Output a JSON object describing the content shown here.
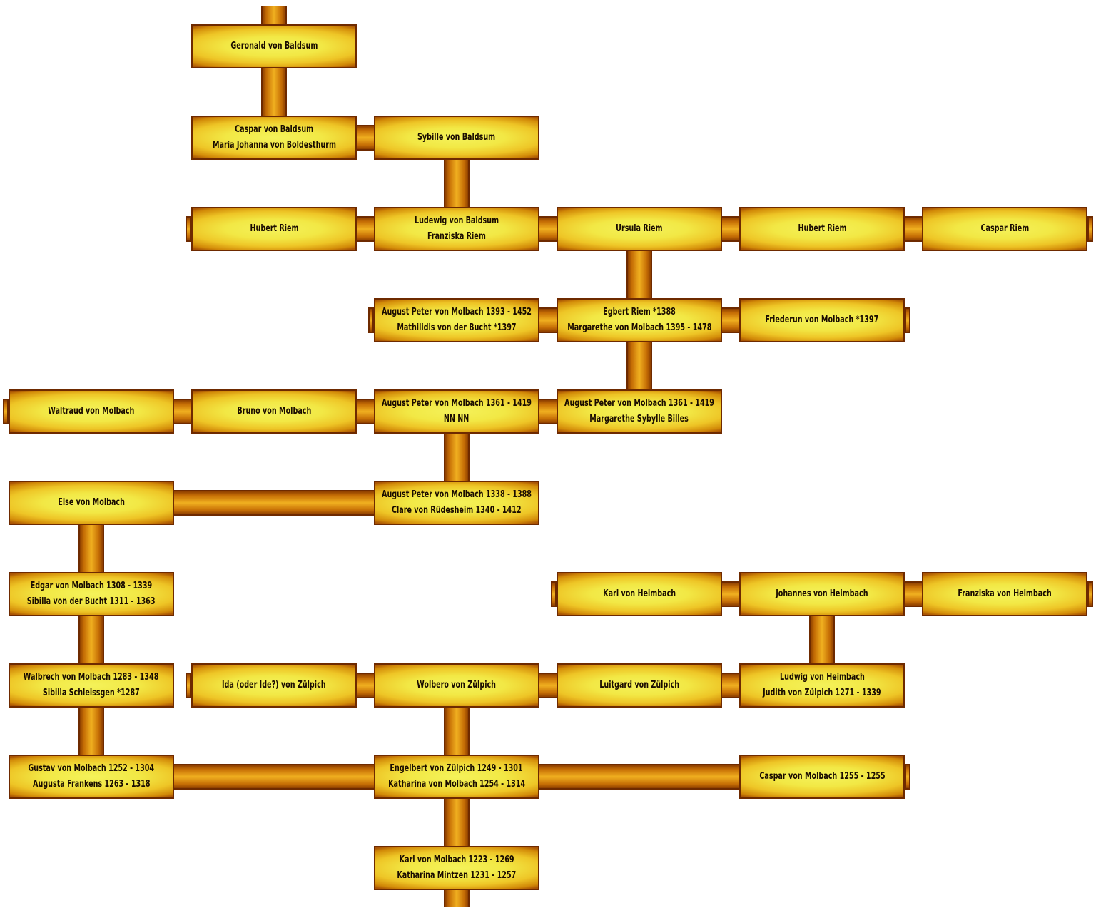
{
  "people": {
    "geronald": [
      "Geronald von Baldsum"
    ],
    "caspar_baldsum": [
      "Caspar von Baldsum",
      "Maria Johanna von Boldesthurm"
    ],
    "sybille": [
      "Sybille von Baldsum"
    ],
    "hubert_riem_1": [
      "Hubert Riem"
    ],
    "ludewig": [
      "Ludewig von Baldsum",
      "Franziska Riem"
    ],
    "ursula": [
      "Ursula Riem"
    ],
    "hubert_riem_2": [
      "Hubert Riem"
    ],
    "caspar_riem": [
      "Caspar Riem"
    ],
    "august_1393": [
      "August Peter von Molbach 1393 - 1452",
      "Mathilidis von der Bucht *1397"
    ],
    "egbert": [
      "Egbert Riem *1388",
      "Margarethe von Molbach 1395 - 1478"
    ],
    "friederun": [
      "Friederun von Molbach *1397"
    ],
    "waltraud": [
      "Waltraud von Molbach"
    ],
    "bruno": [
      "Bruno von Molbach"
    ],
    "august_1361_a": [
      "August Peter von Molbach 1361 - 1419",
      "NN NN"
    ],
    "august_1361_b": [
      "August Peter von Molbach 1361 - 1419",
      "Margarethe Sybylle Billes"
    ],
    "else": [
      "Else von Molbach"
    ],
    "august_1338": [
      "August Peter von Molbach 1338 - 1388",
      "Clare von Rüdesheim 1340 - 1412"
    ],
    "edgar": [
      "Edgar von Molbach 1308 - 1339",
      "Sibilla von der Bucht 1311 - 1363"
    ],
    "karl_heimbach": [
      "Karl von Heimbach"
    ],
    "johannes_heimbach": [
      "Johannes von Heimbach"
    ],
    "franziska_heimbach": [
      "Franziska von Heimbach"
    ],
    "walbrech": [
      "Walbrech von Molbach 1283 - 1348",
      "Sibilla Schleissgen *1287"
    ],
    "ida": [
      "Ida (oder Ide?) von Zülpich"
    ],
    "wolbero": [
      "Wolbero von Zülpich"
    ],
    "luitgard": [
      "Luitgard von Zülpich"
    ],
    "ludwig_heimbach": [
      "Ludwig von Heimbach",
      "Judith von Zülpich 1271 - 1339"
    ],
    "gustav": [
      "Gustav von Molbach 1252 - 1304",
      "Augusta Frankens 1263 - 1318"
    ],
    "engelbert": [
      "Engelbert von Zülpich 1249 - 1301",
      "Katharina von Molbach 1254 - 1314"
    ],
    "caspar_molbach": [
      "Caspar von Molbach 1255 - 1255"
    ],
    "karl_molbach": [
      "Karl von Molbach 1223 - 1269",
      "Katharina Mintzen 1231 - 1257"
    ]
  }
}
